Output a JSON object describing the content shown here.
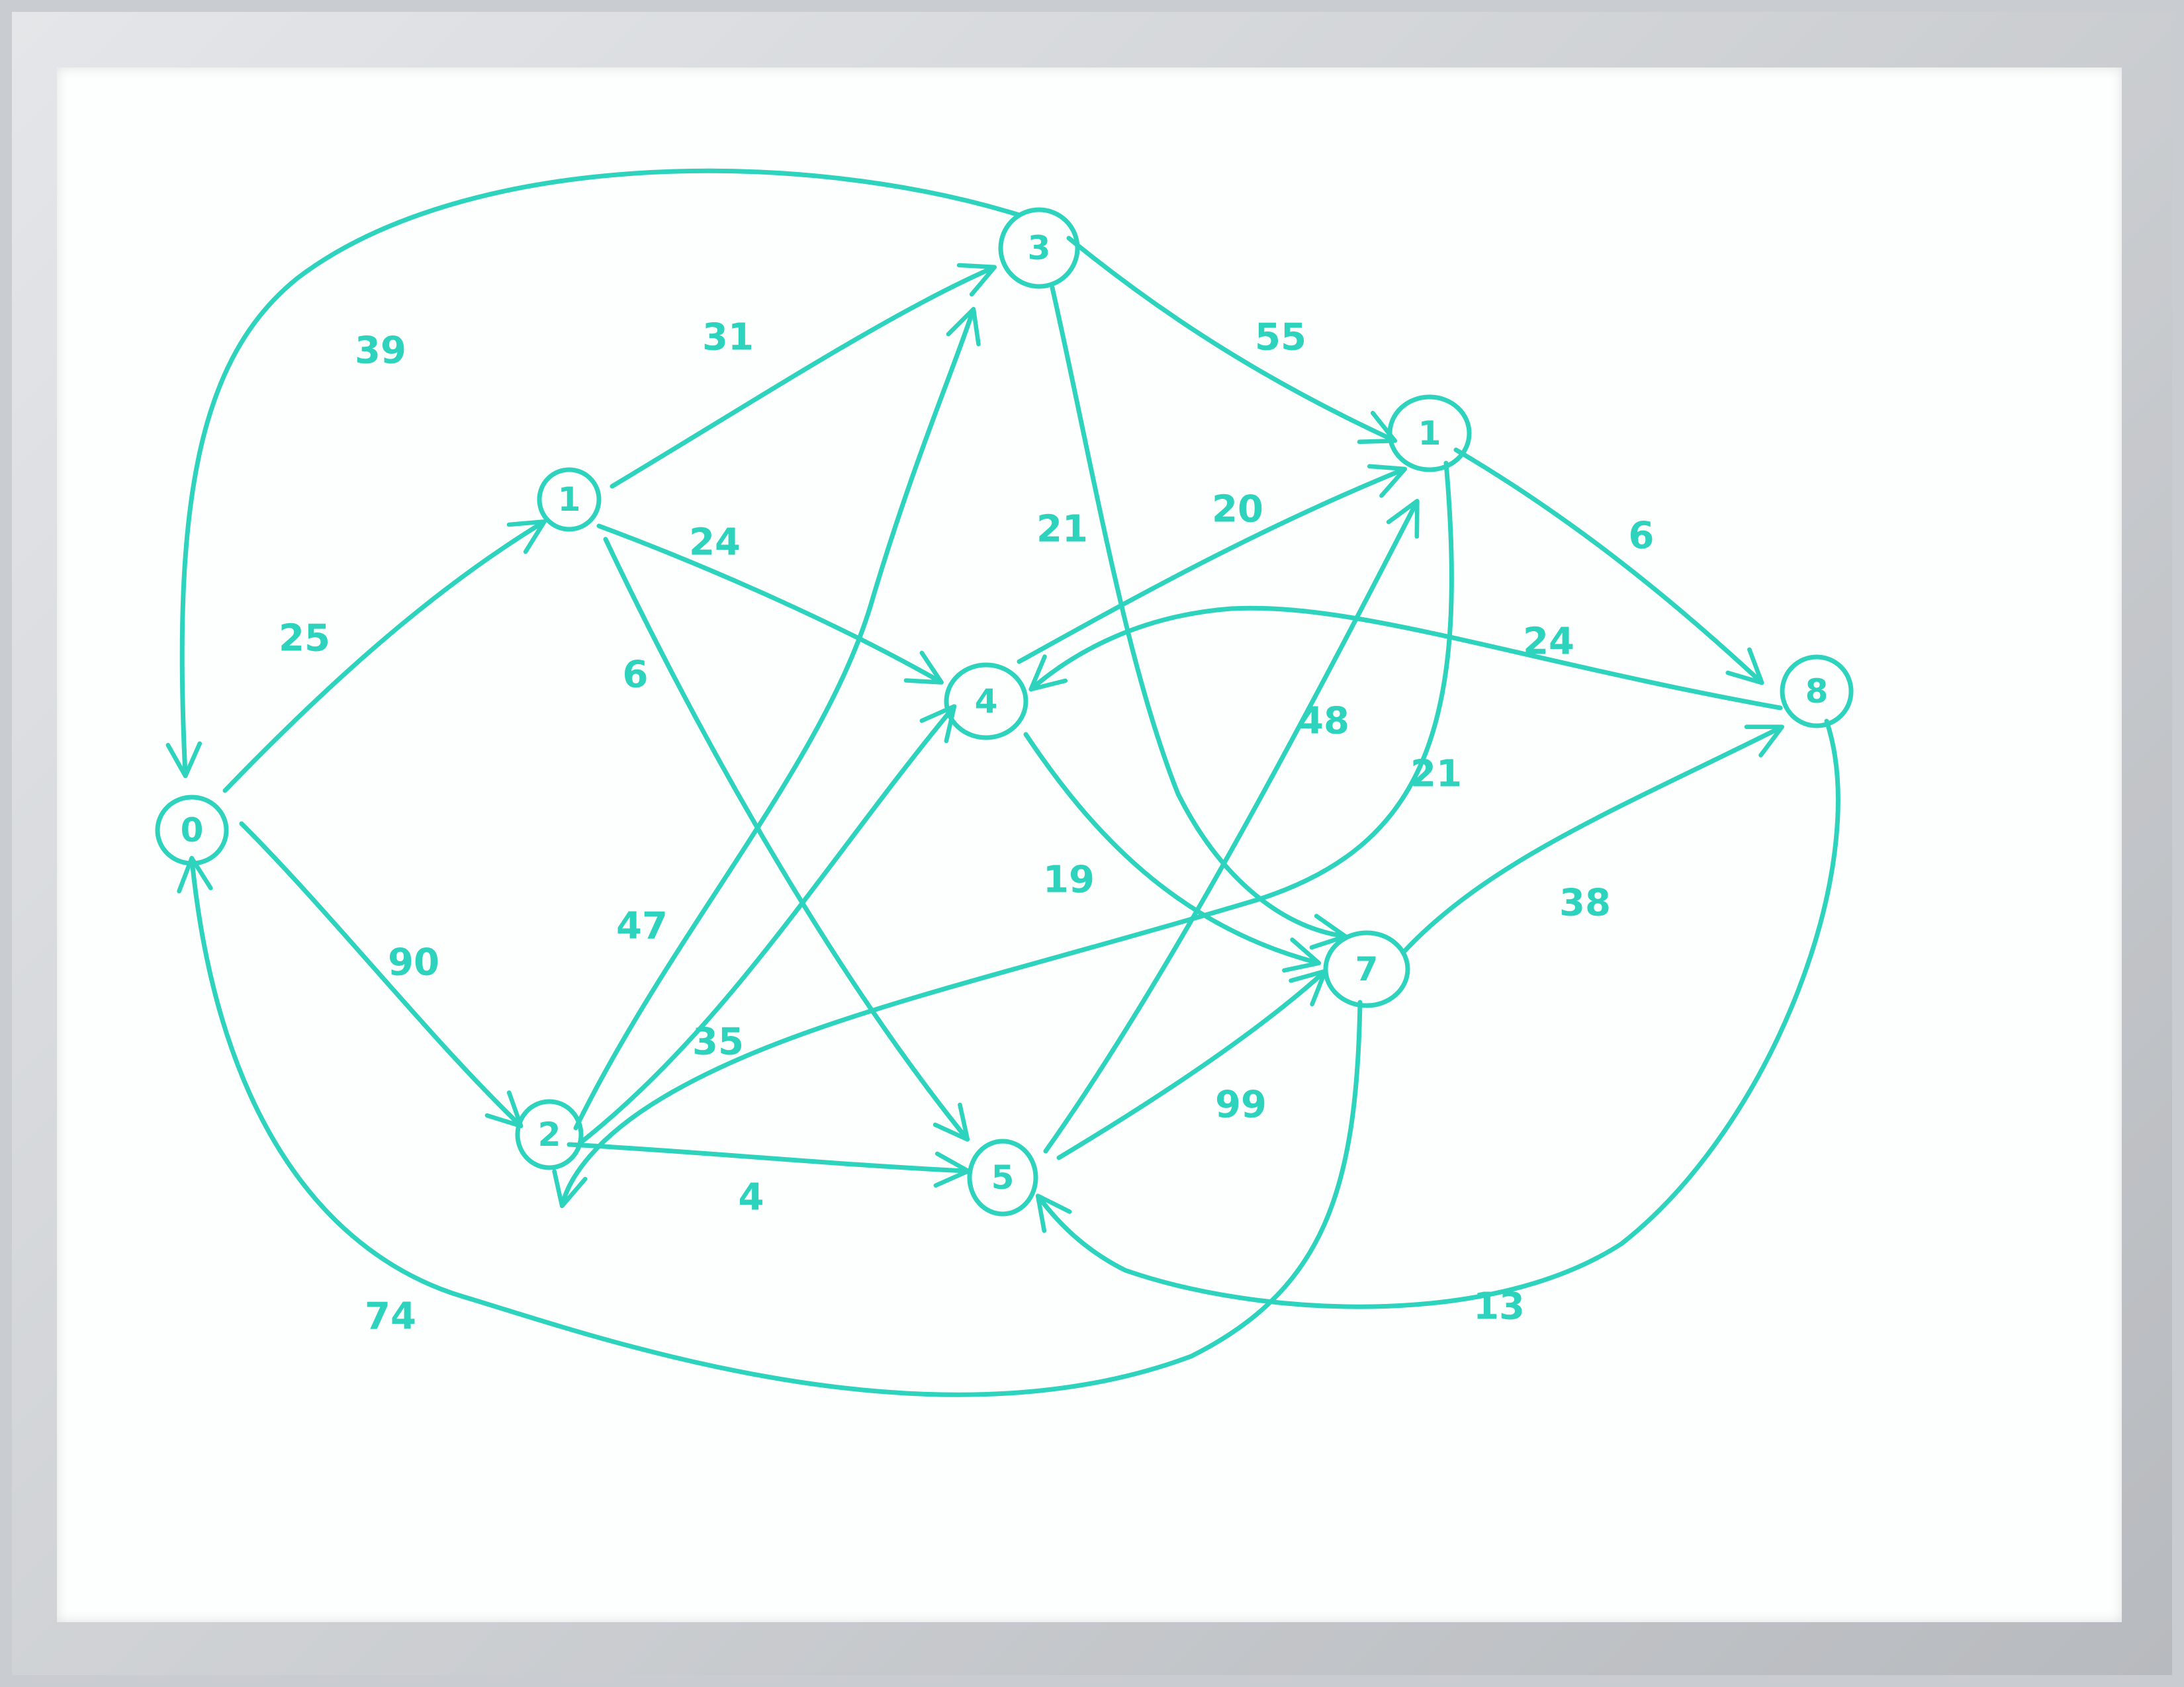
{
  "diagram": {
    "stroke_color": "#2ed3be",
    "nodes": [
      {
        "id": "n0",
        "label": "0"
      },
      {
        "id": "n1",
        "label": "1"
      },
      {
        "id": "n2",
        "label": "2"
      },
      {
        "id": "n3",
        "label": "3"
      },
      {
        "id": "n4",
        "label": "4"
      },
      {
        "id": "n5",
        "label": "5"
      },
      {
        "id": "n6",
        "label": "1"
      },
      {
        "id": "n7",
        "label": "7"
      },
      {
        "id": "n8",
        "label": "8"
      }
    ],
    "edges": [
      {
        "from": "n3",
        "to": "n0",
        "weight": "39"
      },
      {
        "from": "n1",
        "to": "n3",
        "weight": "31"
      },
      {
        "from": "n3",
        "to": "n6",
        "weight": "55"
      },
      {
        "from": "n0",
        "to": "n1",
        "weight": "25"
      },
      {
        "from": "n1",
        "to": "n4",
        "weight": "24"
      },
      {
        "from": "n1",
        "to": "n5",
        "weight": "6"
      },
      {
        "from": "n3",
        "to": "n7",
        "weight": "21"
      },
      {
        "from": "n4",
        "to": "n6",
        "weight": "20"
      },
      {
        "from": "n6",
        "to": "n8",
        "weight": "6"
      },
      {
        "from": "n8",
        "to": "n4",
        "weight": "24"
      },
      {
        "from": "n5",
        "to": "n6",
        "weight": "48"
      },
      {
        "from": "n6",
        "to": "n2",
        "weight": "21"
      },
      {
        "from": "n4",
        "to": "n7",
        "weight": "19"
      },
      {
        "from": "n0",
        "to": "n2",
        "weight": "90"
      },
      {
        "from": "n2",
        "to": "n3",
        "weight": "47"
      },
      {
        "from": "n2",
        "to": "n4",
        "weight": "35"
      },
      {
        "from": "n7",
        "to": "n8",
        "weight": "38"
      },
      {
        "from": "n5",
        "to": "n7",
        "weight": "99"
      },
      {
        "from": "n2",
        "to": "n5",
        "weight": "4"
      },
      {
        "from": "n8",
        "to": "n5",
        "weight": "13"
      },
      {
        "from": "n7",
        "to": "n0",
        "weight": "74"
      }
    ]
  }
}
